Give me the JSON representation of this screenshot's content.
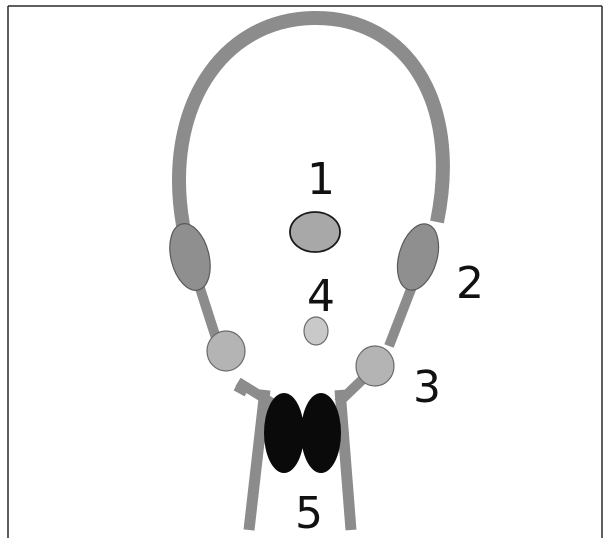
{
  "labels": {
    "l1": "1",
    "l2": "2",
    "l3": "3",
    "l4": "4",
    "l5": "5"
  },
  "colors": {
    "frame": "#2a2a2a",
    "tube": "#8c8c8c",
    "large_oval": "#8f8f8f",
    "medium_oval": "#b4b4b4",
    "small_oval": "#c9c9c9",
    "dark_body": "#0a0a0a"
  }
}
